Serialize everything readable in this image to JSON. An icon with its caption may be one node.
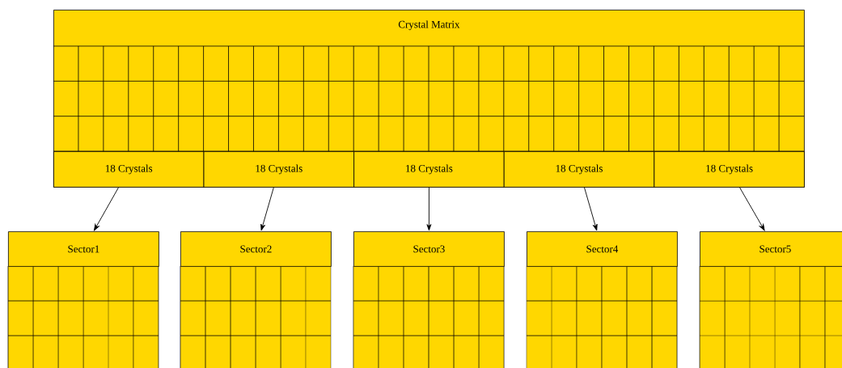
{
  "diagram": {
    "nodes": [
      {
        "text": [
          "Crystal Matrix"
        ]
      },
      {
        "text": [
          "18 Crystals"
        ],
        "in": 0
      },
      {
        "text": [
          "18 Crystals"
        ],
        "in": 0
      },
      {
        "text": [
          "18 Crystals"
        ],
        "in": 0
      },
      {
        "text": [
          "18 Crystals"
        ],
        "in": 0
      },
      {
        "text": [
          "18 Crystals"
        ],
        "in": 0
      },
      {
        "text": [
          "Sector1"
        ]
      },
      {
        "text": [
          "Sector2"
        ]
      },
      {
        "text": [
          "Sector3"
        ]
      },
      {
        "text": [
          "Sector4"
        ]
      },
      {
        "text": [
          "Sector5"
        ]
      }
    ],
    "edges": [
      {
        "from": 1,
        "to": 6,
        "arrow": "to"
      },
      {
        "from": 2,
        "to": 7,
        "arrow": "to"
      },
      {
        "from": 3,
        "to": 8,
        "arrow": "to"
      },
      {
        "from": 4,
        "to": 9,
        "arrow": "to"
      },
      {
        "from": 5,
        "to": 10,
        "arrow": "to"
      }
    ]
  }
}
